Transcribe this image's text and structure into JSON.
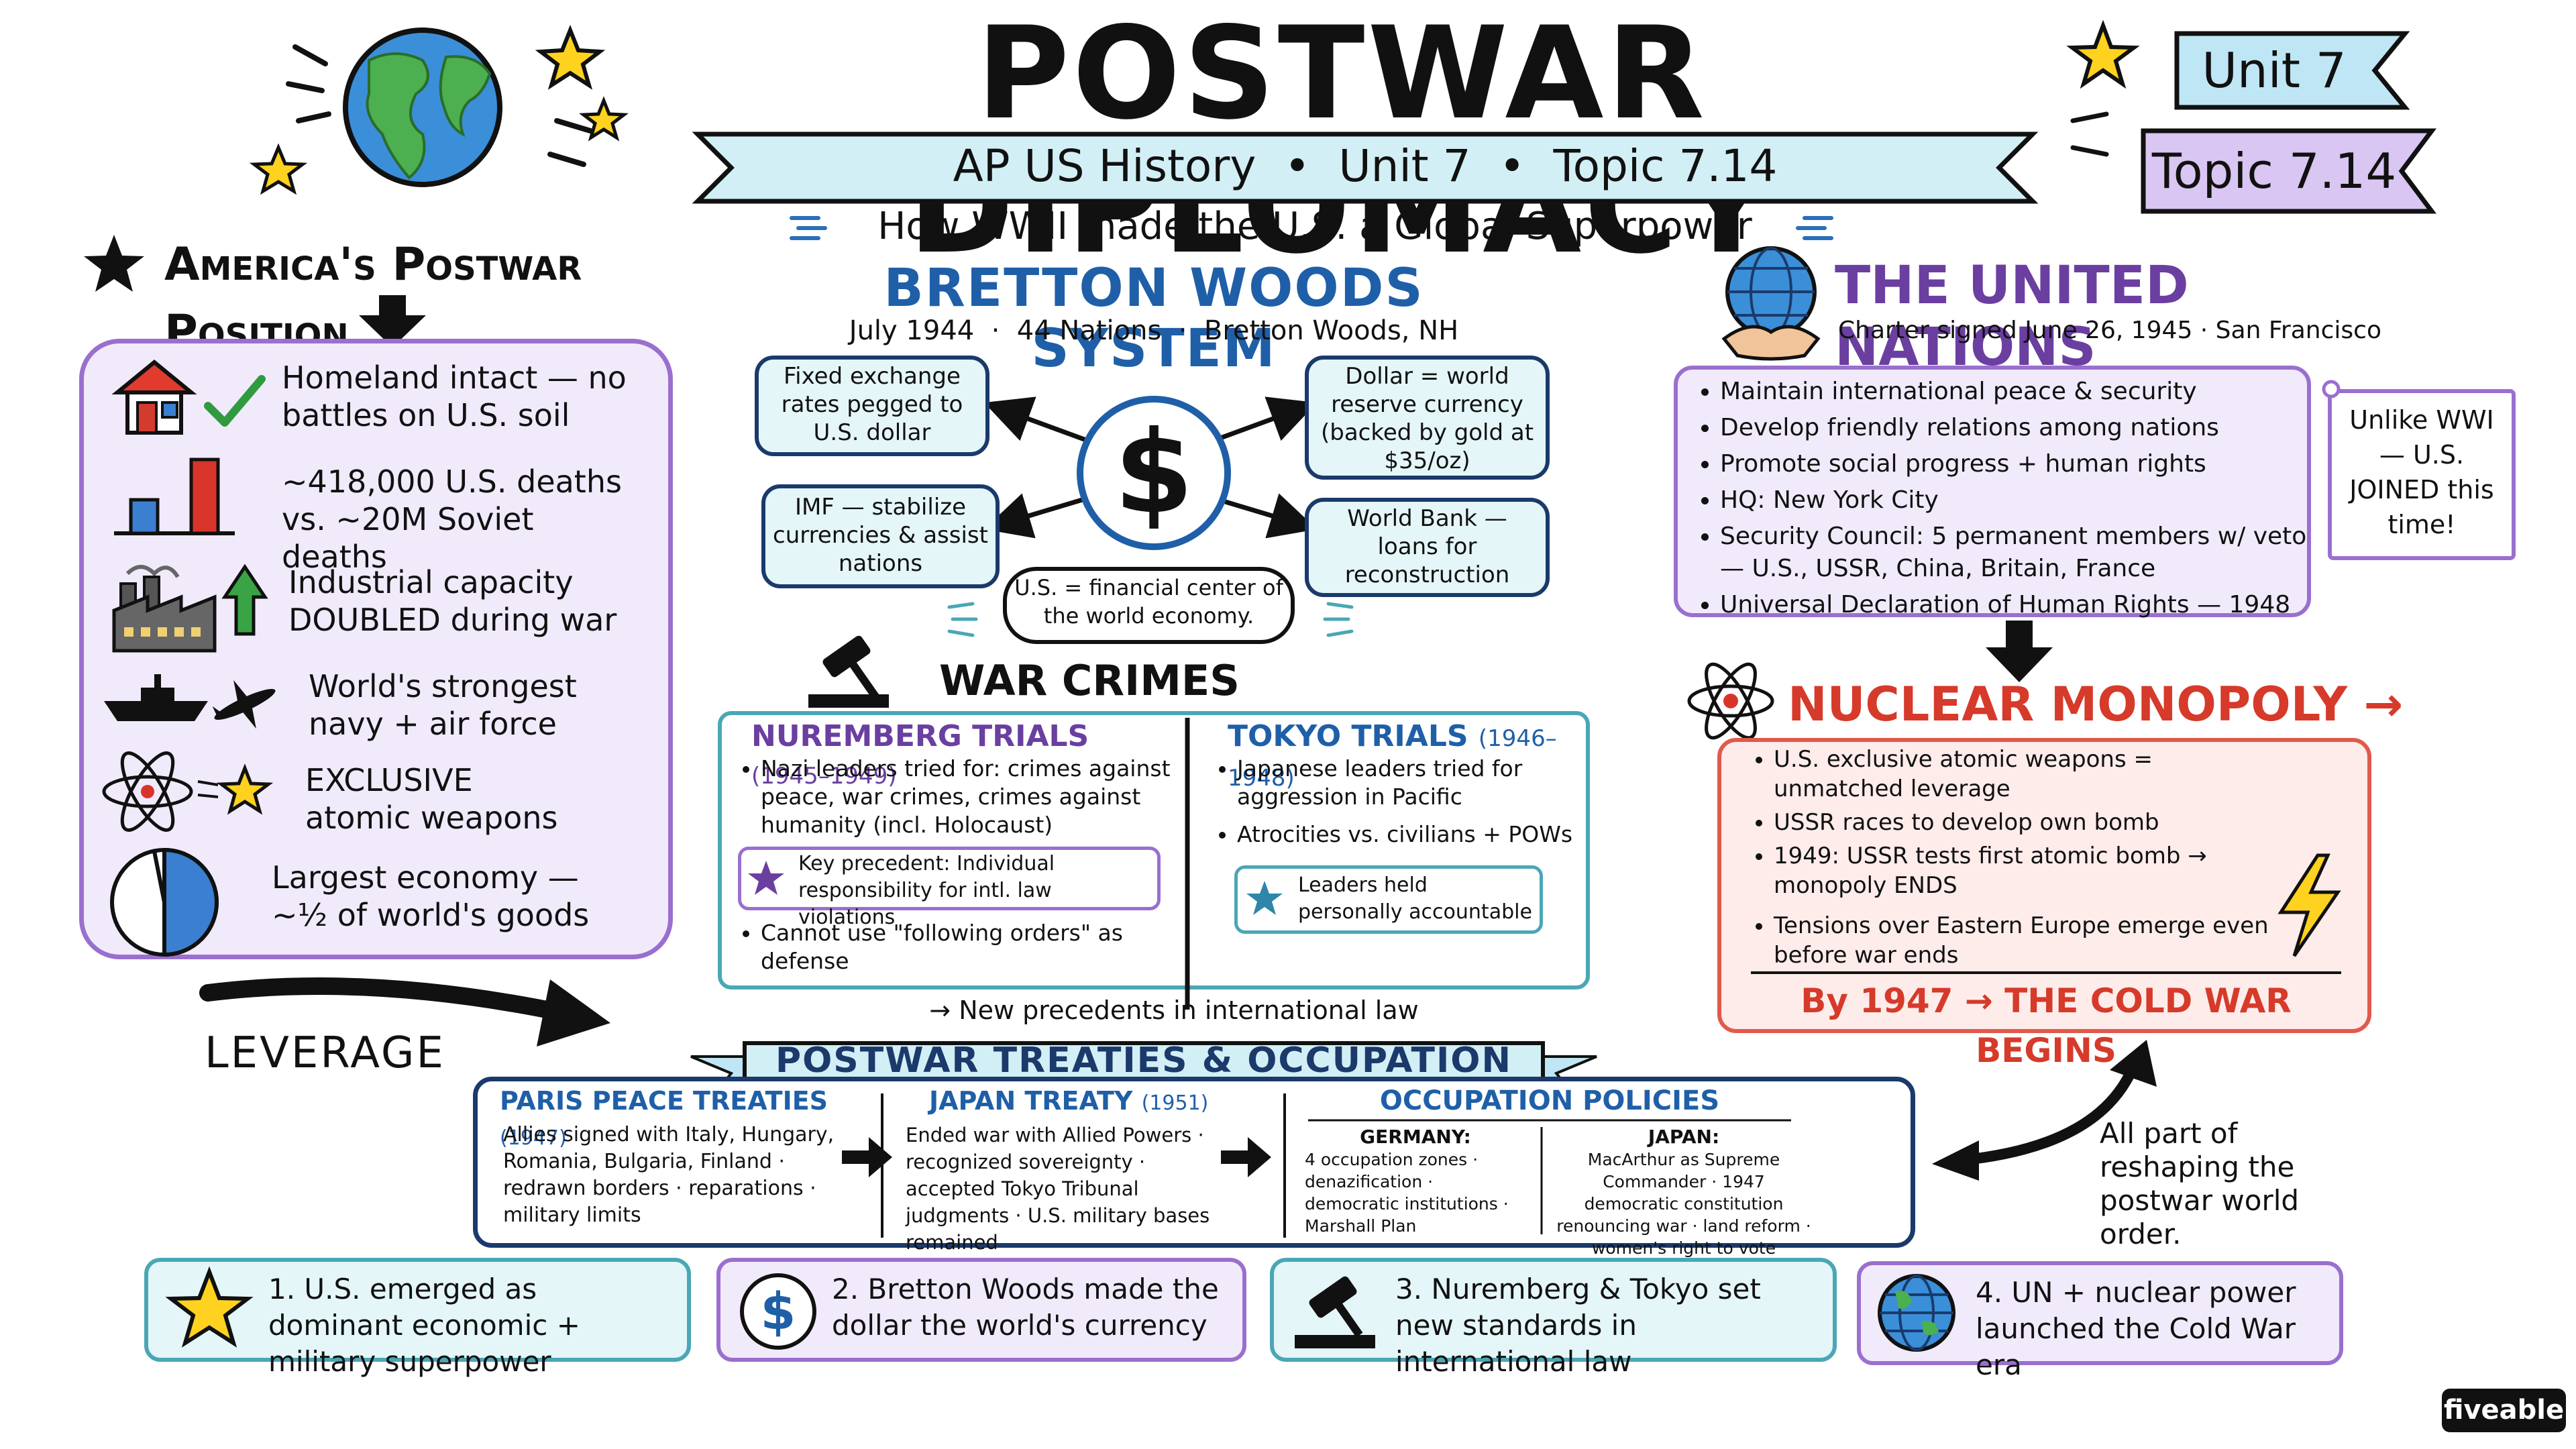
{
  "header": {
    "title": "POSTWAR DIPLOMACY",
    "subtitle_banner": "AP US History  •  Unit 7  •  Topic 7.14",
    "tagline": "How WWII made the U.S. a Global Superpower",
    "tag_unit": "Unit 7",
    "tag_topic": "Topic 7.14"
  },
  "position": {
    "heading": "America's Postwar Position",
    "items": [
      {
        "text": "Homeland intact — no battles on U.S. soil",
        "icon": "house-check-icon"
      },
      {
        "text": "~418,000 U.S. deaths vs. ~20M Soviet deaths",
        "icon": "bar-comparison-icon"
      },
      {
        "text": "Industrial capacity DOUBLED during war",
        "icon": "factory-icon"
      },
      {
        "text": "World's strongest navy + air force",
        "icon": "ship-plane-icon"
      },
      {
        "text": "EXCLUSIVE atomic weapons",
        "icon": "atom-star-icon"
      },
      {
        "text": "Largest economy — ~½ of world's goods",
        "icon": "half-pie-icon"
      }
    ],
    "leverage_label": "LEVERAGE"
  },
  "bretton": {
    "heading": "BRETTON WOODS SYSTEM",
    "subline": "July 1944  ·  44 Nations  ·  Bretton Woods, NH",
    "fixed": "Fixed exchange rates pegged to U.S. dollar",
    "dollar": "Dollar = world reserve currency (backed by gold at $35/oz)",
    "imf": "IMF — stabilize currencies & assist nations",
    "worldbank": "World Bank — loans for reconstruction",
    "center_note": "U.S. = financial center of the world economy.",
    "symbol": "$"
  },
  "trials": {
    "heading": "WAR CRIMES TRIALS",
    "nuremberg_title": "NUREMBERG TRIALS",
    "nuremberg_years": "(1945–1949)",
    "nuremberg_b1": "Nazi leaders tried for: crimes against peace, war crimes, crimes against humanity (incl. Holocaust)",
    "nuremberg_callout": "Key precedent: Individual responsibility for intl. law violations",
    "nuremberg_b2": "Cannot use \"following orders\" as defense",
    "tokyo_title": "TOKYO TRIALS",
    "tokyo_years": "(1946–1948)",
    "tokyo_b1": "Japanese leaders tried for aggression in Pacific",
    "tokyo_b2": "Atrocities vs. civilians + POWs",
    "tokyo_callout": "Leaders held personally accountable",
    "footer": "→ New precedents in international law"
  },
  "un": {
    "heading": "THE UNITED NATIONS",
    "subline": "Charter signed June 26, 1945 · San Francisco",
    "bullets": [
      "Maintain international peace & security",
      "Develop friendly relations among nations",
      "Promote social progress + human rights",
      "HQ: New York City",
      "Security Council: 5 permanent members w/ veto — U.S., USSR, China, Britain, France",
      "Universal Declaration of Human Rights — 1948"
    ],
    "note": "Unlike WWI — U.S. JOINED this time!"
  },
  "nuclear": {
    "heading": "NUCLEAR MONOPOLY → COLD WAR",
    "bullets": [
      "U.S. exclusive atomic weapons = unmatched leverage",
      "USSR races to develop own bomb",
      "1949: USSR tests first atomic bomb → monopoly ENDS",
      "Tensions over Eastern Europe emerge even before war ends"
    ],
    "conclusion": "By 1947 → THE COLD WAR BEGINS"
  },
  "treaties": {
    "heading": "POSTWAR TREATIES & OCCUPATION POLICIES",
    "paris_title": "PARIS PEACE TREATIES",
    "paris_year": "(1947)",
    "paris_text": "Allies signed with Italy, Hungary, Romania, Bulgaria, Finland · redrawn borders · reparations · military limits",
    "japan_title": "JAPAN TREATY",
    "japan_year": "(1951)",
    "japan_text": "Ended war with Allied Powers · recognized sovereignty · accepted Tokyo Tribunal judgments · U.S. military bases remained",
    "occ_title": "OCCUPATION POLICIES",
    "germany_label": "GERMANY:",
    "germany_text": "4 occupation zones · denazification · democratic institutions · Marshall Plan",
    "japan_label": "JAPAN:",
    "japan_occ_text": "MacArthur as Supreme Commander · 1947 democratic constitution renouncing war · land reform · women's right to vote"
  },
  "reshaping_note": "All part of reshaping the postwar world order.",
  "takeaways": [
    {
      "text": "1. U.S. emerged as dominant economic + military superpower",
      "icon": "star-icon"
    },
    {
      "text": "2. Bretton Woods made the dollar the world's currency",
      "icon": "dollar-icon"
    },
    {
      "text": "3. Nuremberg & Tokyo set new standards in international law",
      "icon": "gavel-icon"
    },
    {
      "text": "4. UN + nuclear power launched the Cold War era",
      "icon": "globe-icon"
    }
  ],
  "brand": "fiveable",
  "colors": {
    "purple_fill": "#f1eafb",
    "purple_border": "#9a6fcf",
    "teal_fill": "#e4f6f8",
    "navy": "#1b3a6b",
    "blue_heading": "#1f5fa8",
    "red_heading": "#d63a2a",
    "red_fill": "#fdecea",
    "teal_border": "#4aa7b5",
    "unit_tag": "#bfe6f5",
    "topic_tag": "#d9c6f2",
    "purple_heading": "#6a3fa0"
  }
}
